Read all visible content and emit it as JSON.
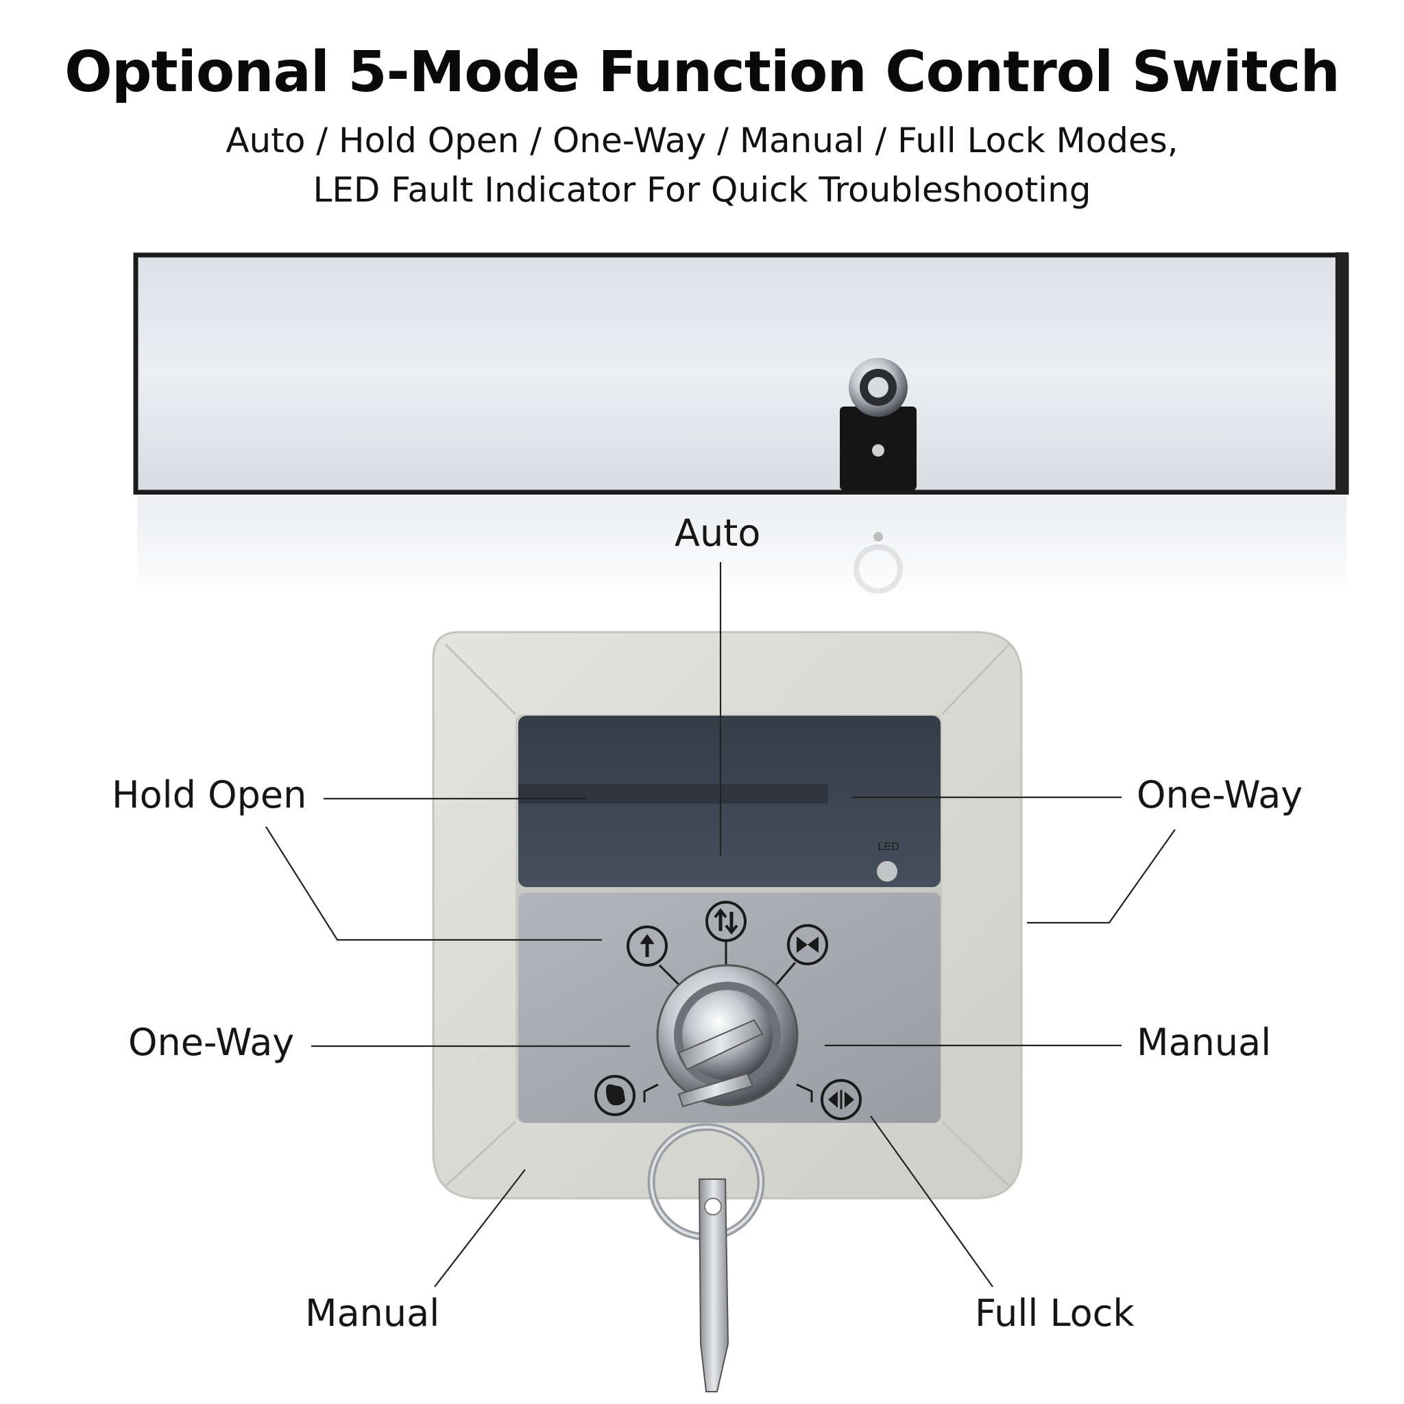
{
  "header": {
    "title": "Optional 5-Mode Function Control Switch",
    "subtitle_line1": "Auto / Hold Open / One-Way / Manual / Full Lock Modes,",
    "subtitle_line2": "LED Fault Indicator For Quick Troubleshooting"
  },
  "labels": {
    "auto": "Auto",
    "hold_open": "Hold Open",
    "one_way_right": "One-Way",
    "one_way_left": "One-Way",
    "manual_right": "Manual",
    "manual_bottom": "Manual",
    "full_lock": "Full Lock"
  },
  "panel": {
    "led_label": "LED"
  },
  "colors": {
    "frame": "#dcdcd6",
    "display": "#3a4350",
    "keypad": "#a3a7ac",
    "operator_housing": "#e8eaee",
    "leader_line": "#222222"
  },
  "icons": [
    "one-way-arrow-icon",
    "auto-two-way-arrow-icon",
    "full-lock-icon",
    "manual-hand-icon",
    "hold-open-icon"
  ]
}
